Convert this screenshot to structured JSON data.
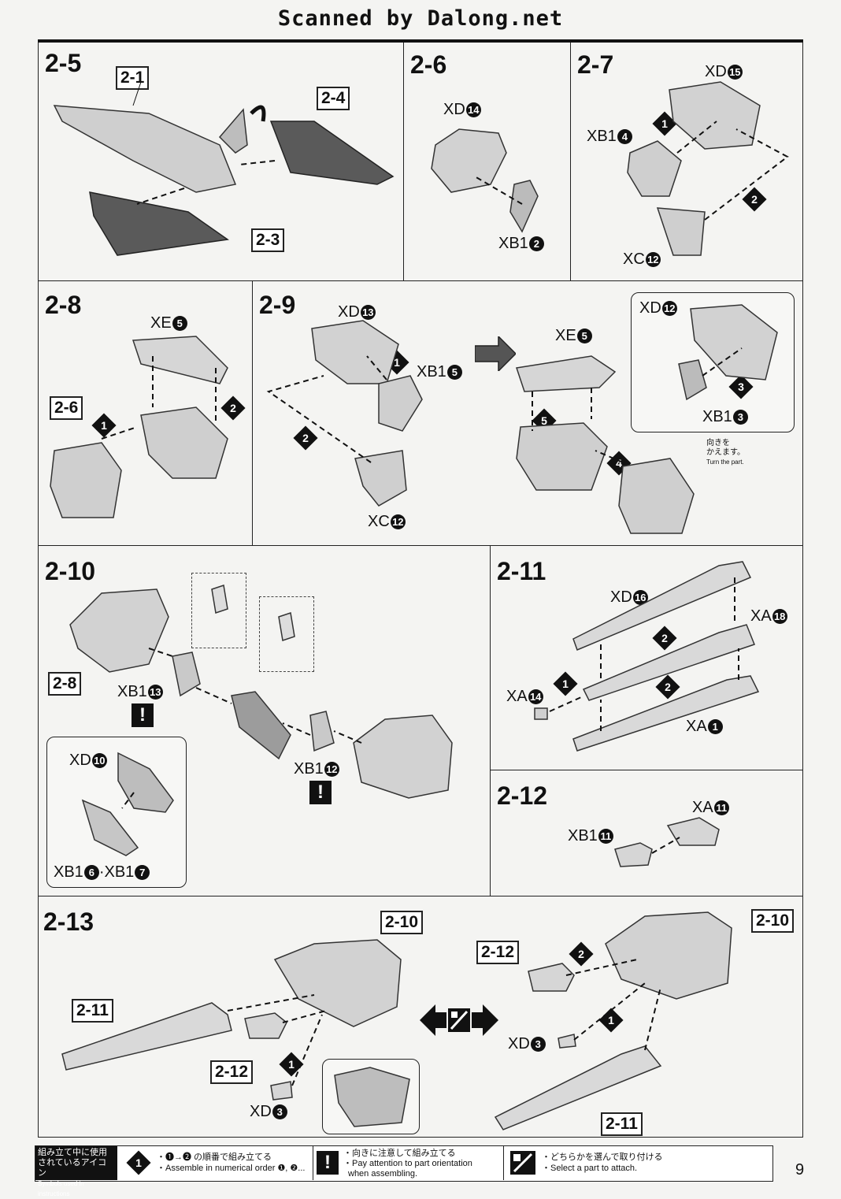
{
  "header": {
    "title": "Scanned by Dalong.net"
  },
  "steps": {
    "s2_5": {
      "label": "2-5",
      "refs": [
        "2-1",
        "2-4",
        "2-3"
      ]
    },
    "s2_6": {
      "label": "2-6",
      "parts": [
        "XD",
        "XB1"
      ],
      "nums": [
        "14",
        "2"
      ]
    },
    "s2_7": {
      "label": "2-7",
      "parts": [
        "XD",
        "XB1",
        "XC"
      ],
      "nums": [
        "15",
        "4",
        "12"
      ],
      "order": [
        "1",
        "2"
      ]
    },
    "s2_8": {
      "label": "2-8",
      "ref": "2-6",
      "parts": [
        "XE"
      ],
      "nums": [
        "5"
      ],
      "order": [
        "1",
        "2"
      ]
    },
    "s2_9": {
      "label": "2-9",
      "parts": [
        "XD",
        "XB1",
        "XC",
        "XE",
        "XD",
        "XB1"
      ],
      "nums": [
        "13",
        "5",
        "12",
        "5",
        "12",
        "3"
      ],
      "order": [
        "1",
        "2",
        "3",
        "4",
        "5"
      ],
      "note_jp": "向きを\nかえます。",
      "note_en": "Turn the part."
    },
    "s2_10": {
      "label": "2-10",
      "ref": "2-8",
      "parts": [
        "XB1",
        "XB1",
        "XD",
        "XB1",
        "XB1"
      ],
      "nums": [
        "13",
        "12",
        "10",
        "6",
        "7"
      ],
      "sep": "·"
    },
    "s2_11": {
      "label": "2-11",
      "parts": [
        "XD",
        "XA",
        "XA",
        "XA"
      ],
      "nums": [
        "16",
        "18",
        "14",
        "1"
      ],
      "order": [
        "1",
        "2",
        "2"
      ]
    },
    "s2_12": {
      "label": "2-12",
      "parts": [
        "XA",
        "XB1"
      ],
      "nums": [
        "11",
        "11"
      ]
    },
    "s2_13": {
      "label": "2-13",
      "refs": [
        "2-10",
        "2-11",
        "2-12",
        "2-12",
        "2-10",
        "2-11"
      ],
      "parts": [
        "XD",
        "XD"
      ],
      "nums": [
        "3",
        "3"
      ],
      "order": [
        "1",
        "2",
        "1",
        "2"
      ]
    }
  },
  "legend": {
    "title_jp_1": "組み立て中に使用",
    "title_jp_2": "されているアイコン",
    "title_en": "Symbols used in instructions",
    "item1_jp": "・❶→❷ の順番で組み立てる",
    "item1_en": "・Assemble in numerical order ❶, ❷...",
    "item2_jp": "・向きに注意して組み立てる",
    "item2_en_1": "・Pay attention to part orientation",
    "item2_en_2": "when assembling.",
    "item3_jp": "・どちらかを選んで取り付ける",
    "item3_en": "・Select a part to attach.",
    "icon1_num": "1",
    "icon2_mark": "!"
  },
  "page": {
    "number": "9"
  }
}
